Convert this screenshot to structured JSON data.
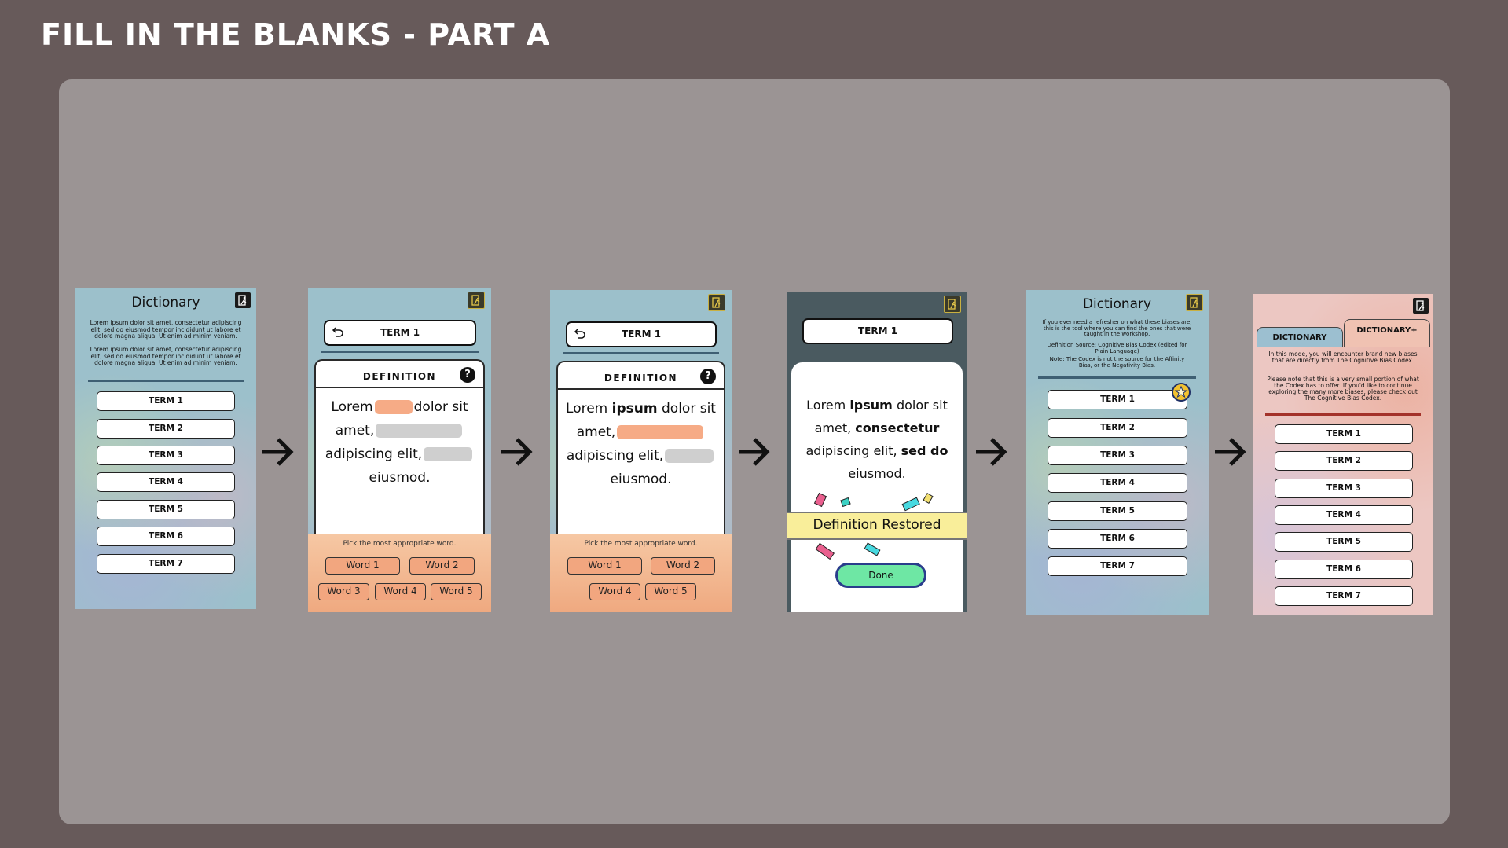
{
  "page_title": "FILL IN THE BLANKS - PART A",
  "screen1": {
    "title": "Dictionary",
    "intro_1": "Lorem ipsum dolor sit amet, consectetur adipiscing elit, sed do eiusmod tempor incididunt ut labore et dolore magna aliqua. Ut enim ad minim veniam.",
    "intro_2": "Lorem ipsum dolor sit amet, consectetur adipiscing elit, sed do eiusmod tempor incididunt ut labore et dolore magna aliqua. Ut enim ad minim veniam.",
    "terms": [
      "TERM 1",
      "TERM 2",
      "TERM 3",
      "TERM 4",
      "TERM 5",
      "TERM 6",
      "TERM 7"
    ]
  },
  "screen2": {
    "term": "TERM 1",
    "definition_label": "DEFINITION",
    "help": "?",
    "text_1": "Lorem",
    "text_2": "dolor sit",
    "text_3": "amet,",
    "text_4": "adipiscing elit,",
    "text_5": "eiusmod.",
    "hint": "Pick the most appropriate word.",
    "words": [
      "Word 1",
      "Word 2",
      "Word 3",
      "Word 4",
      "Word 5"
    ]
  },
  "screen3": {
    "term": "TERM 1",
    "definition_label": "DEFINITION",
    "help": "?",
    "text_1": "Lorem",
    "text_bold": "ipsum",
    "text_2": "dolor sit",
    "text_3": "amet,",
    "text_4": "adipiscing elit,",
    "text_5": "eiusmod.",
    "hint": "Pick the most appropriate word.",
    "words": [
      "Word 1",
      "Word 2",
      "Word 4",
      "Word 5"
    ]
  },
  "screen4": {
    "term": "TERM 1",
    "text_1": "Lorem",
    "bold_1": "ipsum",
    "text_2": "dolor sit",
    "text_3": "amet,",
    "bold_2": "consectetur",
    "text_4": "adipiscing elit,",
    "bold_3": "sed do",
    "text_5": "eiusmod.",
    "banner": "Definition Restored",
    "done": "Done"
  },
  "screen5": {
    "title": "Dictionary",
    "intro_1": "If you ever need a refresher on what these biases are, this is the tool where you can find the ones that were taught in the workshop.",
    "intro_2": "Definition Source: Cognitive Bias Codex (edited for Plain Language)",
    "intro_3": "Note: The Codex is not the source for the Affinity Bias, or the Negativity Bias.",
    "terms": [
      "TERM 1",
      "TERM 2",
      "TERM 3",
      "TERM 4",
      "TERM 5",
      "TERM 6",
      "TERM 7"
    ]
  },
  "screen6": {
    "tab_1": "DICTIONARY",
    "tab_2": "DICTIONARY+",
    "intro_1": "In this mode, you will encounter brand new biases that are directly from The Cognitive Bias Codex.",
    "intro_2": "Please note that this is a very small portion of what the Codex has to offer. If you'd like to continue exploring the many more biases, please check out The Cognitive Bias Codex.",
    "terms": [
      "TERM 1",
      "TERM 2",
      "TERM 3",
      "TERM 4",
      "TERM 5",
      "TERM 6",
      "TERM 7"
    ]
  },
  "colors": {
    "background": "#675a5a",
    "board": "#9b9494",
    "teal": "#9cc0cb",
    "blank_orange": "#f6ab86",
    "word_button": "#f2a67f",
    "banner": "#f9ee9a",
    "done_button": "#6ee7a4"
  }
}
